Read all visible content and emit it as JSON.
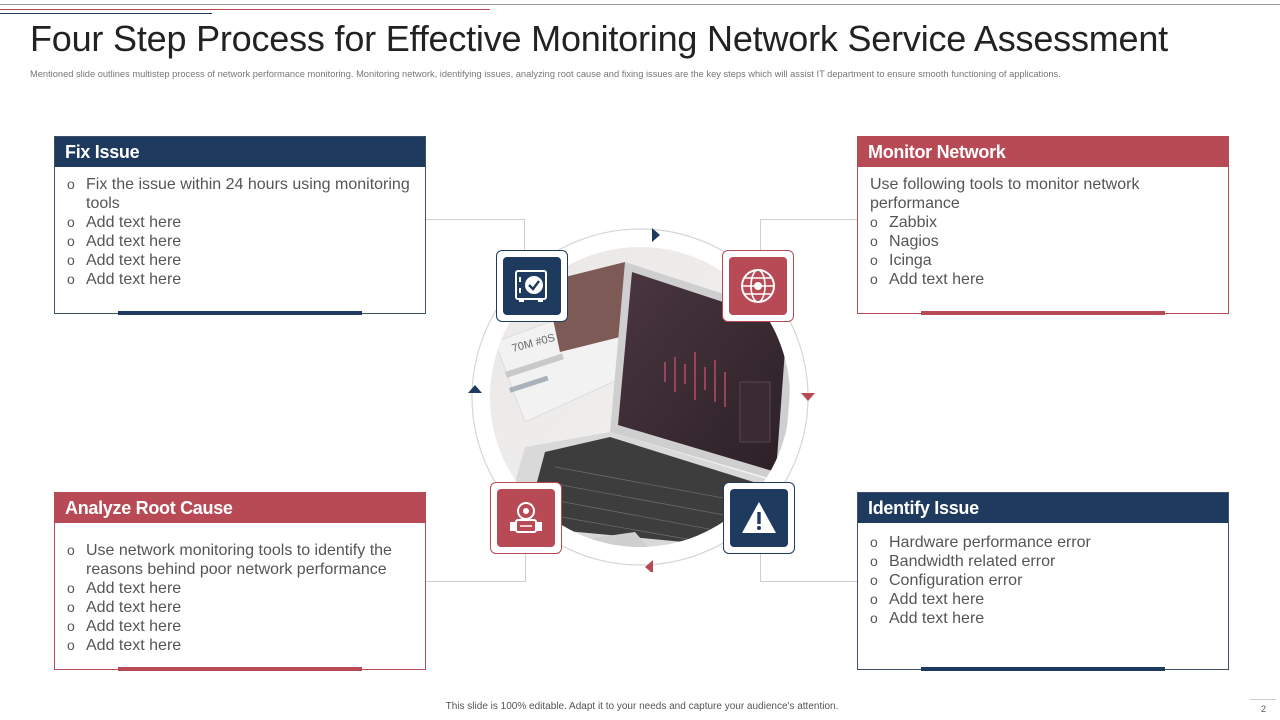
{
  "title": "Four Step Process for Effective Monitoring Network Service Assessment",
  "subtitle": "Mentioned slide outlines multistep process of network performance monitoring. Monitoring network, identifying issues, analyzing root cause and fixing issues are the key steps which will assist IT department to ensure smooth functioning of applications.",
  "colors": {
    "navy": "#1f3a5f",
    "maroon": "#b84a55"
  },
  "steps": {
    "fix": {
      "heading": "Fix Issue",
      "items": [
        "Fix the issue within 24 hours using monitoring tools",
        "Add text here",
        "Add text here",
        "Add text here",
        "Add text here"
      ],
      "icon": "vault-check-icon"
    },
    "monitor": {
      "heading": "Monitor Network",
      "intro": "Use following tools to monitor network performance",
      "items": [
        "Zabbix",
        "Nagios",
        "Icinga",
        "Add text here"
      ],
      "icon": "globe-network-icon"
    },
    "analyze": {
      "heading": "Analyze Root Cause",
      "items": [
        "Use network monitoring tools to identify the reasons behind poor network performance",
        "Add text here",
        "Add text here",
        "Add text here",
        "Add text here"
      ],
      "icon": "robot-analysis-icon"
    },
    "identify": {
      "heading": "Identify Issue",
      "items": [
        "Hardware performance error",
        "Bandwidth related error",
        "Configuration error",
        "Add text here",
        "Add text here"
      ],
      "icon": "warning-triangle-icon"
    }
  },
  "footer": "This slide is 100% editable. Adapt it to your needs and capture your audience's attention.",
  "page_number": "2"
}
